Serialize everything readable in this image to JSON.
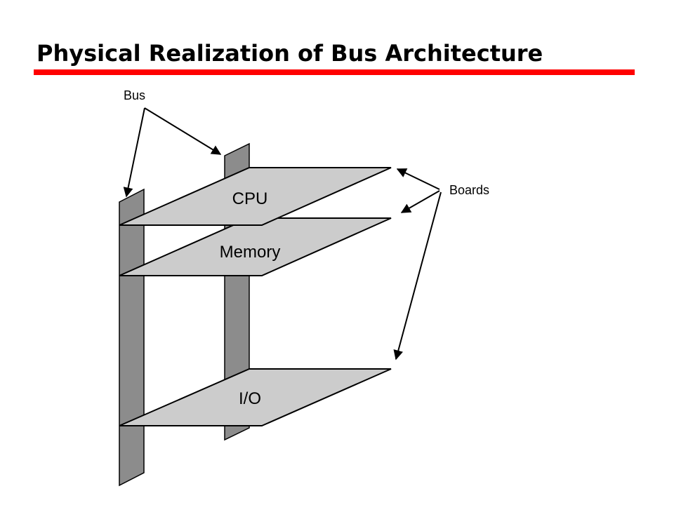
{
  "title": "Physical Realization of Bus Architecture",
  "colors": {
    "title_rule": "#ff0000",
    "bus_fill": "#8c8c8c",
    "board_fill": "#cccccc",
    "outline": "#000000"
  },
  "diagram": {
    "bus_label": "Bus",
    "boards_label": "Boards",
    "boards": [
      {
        "label": "CPU"
      },
      {
        "label": "Memory"
      },
      {
        "label": "I/O"
      }
    ]
  }
}
